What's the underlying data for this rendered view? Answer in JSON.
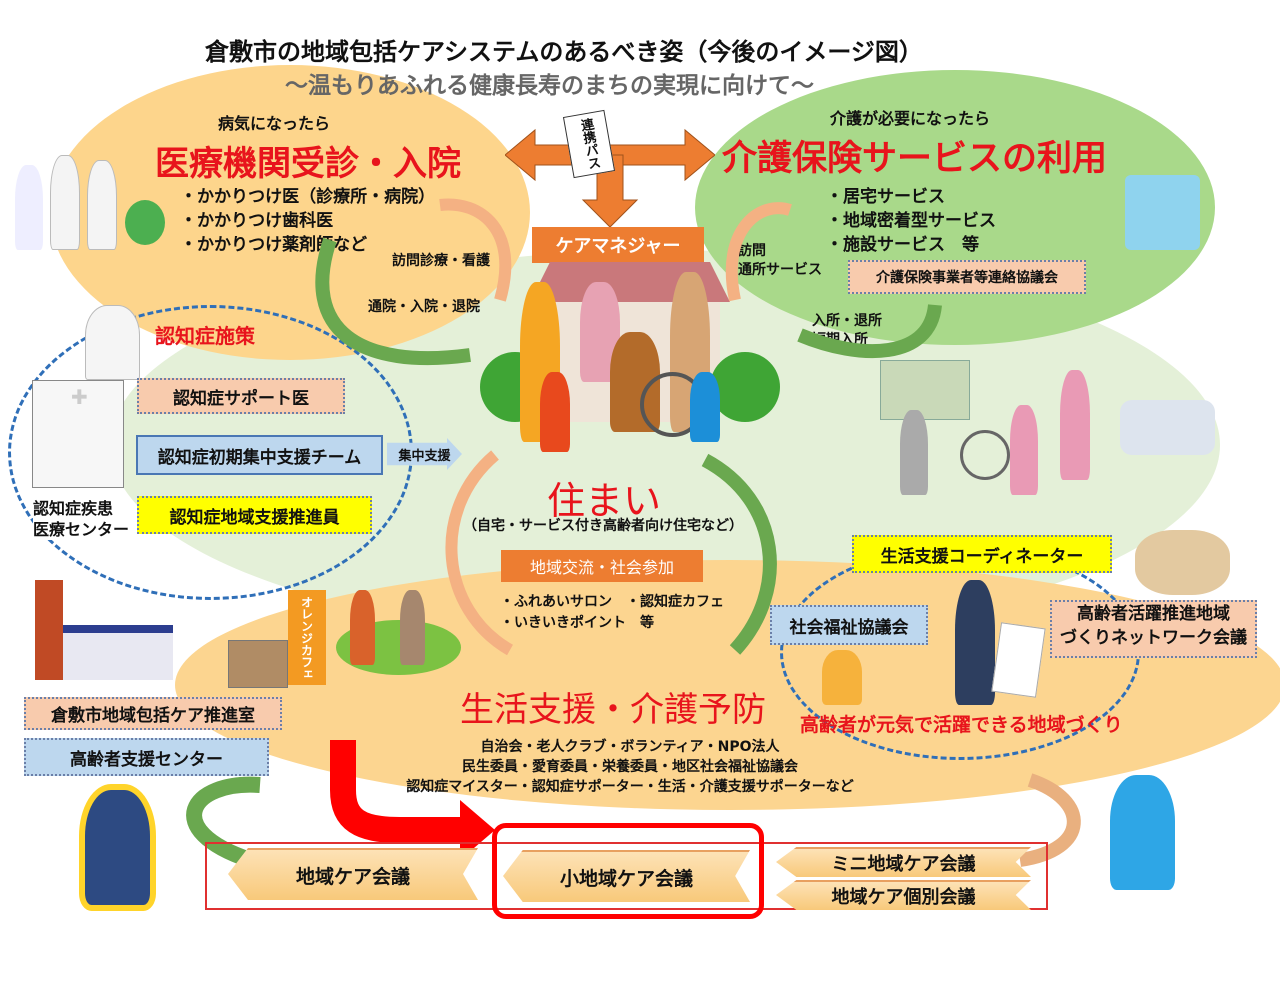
{
  "title": "倉敷市の地域包括ケアシステムのあるべき姿（今後のイメージ図）",
  "subtitle": "～温もりあふれる健康長寿のまちの実現に向けて～",
  "medical": {
    "pre": "病気になったら",
    "heading": "医療機関受診・入院",
    "items": [
      "・かかりつけ医（診療所・病院）",
      "・かかりつけ歯科医",
      "・かかりつけ薬剤師など"
    ],
    "flow1": "訪問診療・看護",
    "flow2": "通院・入院・退院"
  },
  "renkei": "連携パス",
  "care_manager": "ケアマネジャー",
  "care": {
    "pre": "介護が必要になったら",
    "heading": "介護保険サービスの利用",
    "items": [
      "・居宅サービス",
      "・地域密着型サービス",
      "・施設サービス　等"
    ],
    "flow1a": "訪問",
    "flow1b": "通所サービス",
    "council": "介護保険事業者等連絡協議会",
    "flow2a": "入所・退所",
    "flow2b": "短期入所"
  },
  "dementia": {
    "heading": "認知症施策",
    "support_doctor": "認知症サポート医",
    "initial_team": "認知症初期集中支援チーム",
    "intensive": "集中支援",
    "promoter": "認知症地域支援推進員",
    "center": [
      "認知症疾患",
      "医療センター"
    ]
  },
  "housing": {
    "heading": "住まい",
    "sub": "（自宅・サービス付き高齢者向け住宅など）",
    "exchange": "地域交流・社会参加",
    "items": [
      "・ふれあいサロン　・認知症カフェ",
      "・いきいきポイント　等"
    ]
  },
  "life": {
    "heading": "生活支援・介護予防",
    "lines": [
      "自治会・老人クラブ・ボランティア・NPO法人",
      "民生委員・愛育委員・栄養委員・地区社会福祉協議会",
      "認知症マイスター・認知症サポーター・生活・介護支援サポーターなど"
    ],
    "coordinator": "生活支援コーディネーター",
    "shakyo": "社会福祉協議会",
    "network": [
      "高齢者活躍推進地域",
      "づくりネットワーク会議"
    ],
    "active": "高齢者が元気で活躍できる地域づくり"
  },
  "orange_cafe": "オレンジカフェ",
  "city_office": "倉敷市地域包括ケア推進室",
  "support_center": "高齢者支援センター",
  "meetings": {
    "regional": "地域ケア会議",
    "small": "小地域ケア会議",
    "mini": "ミニ地域ケア会議",
    "individual": "地域ケア個別会議"
  }
}
